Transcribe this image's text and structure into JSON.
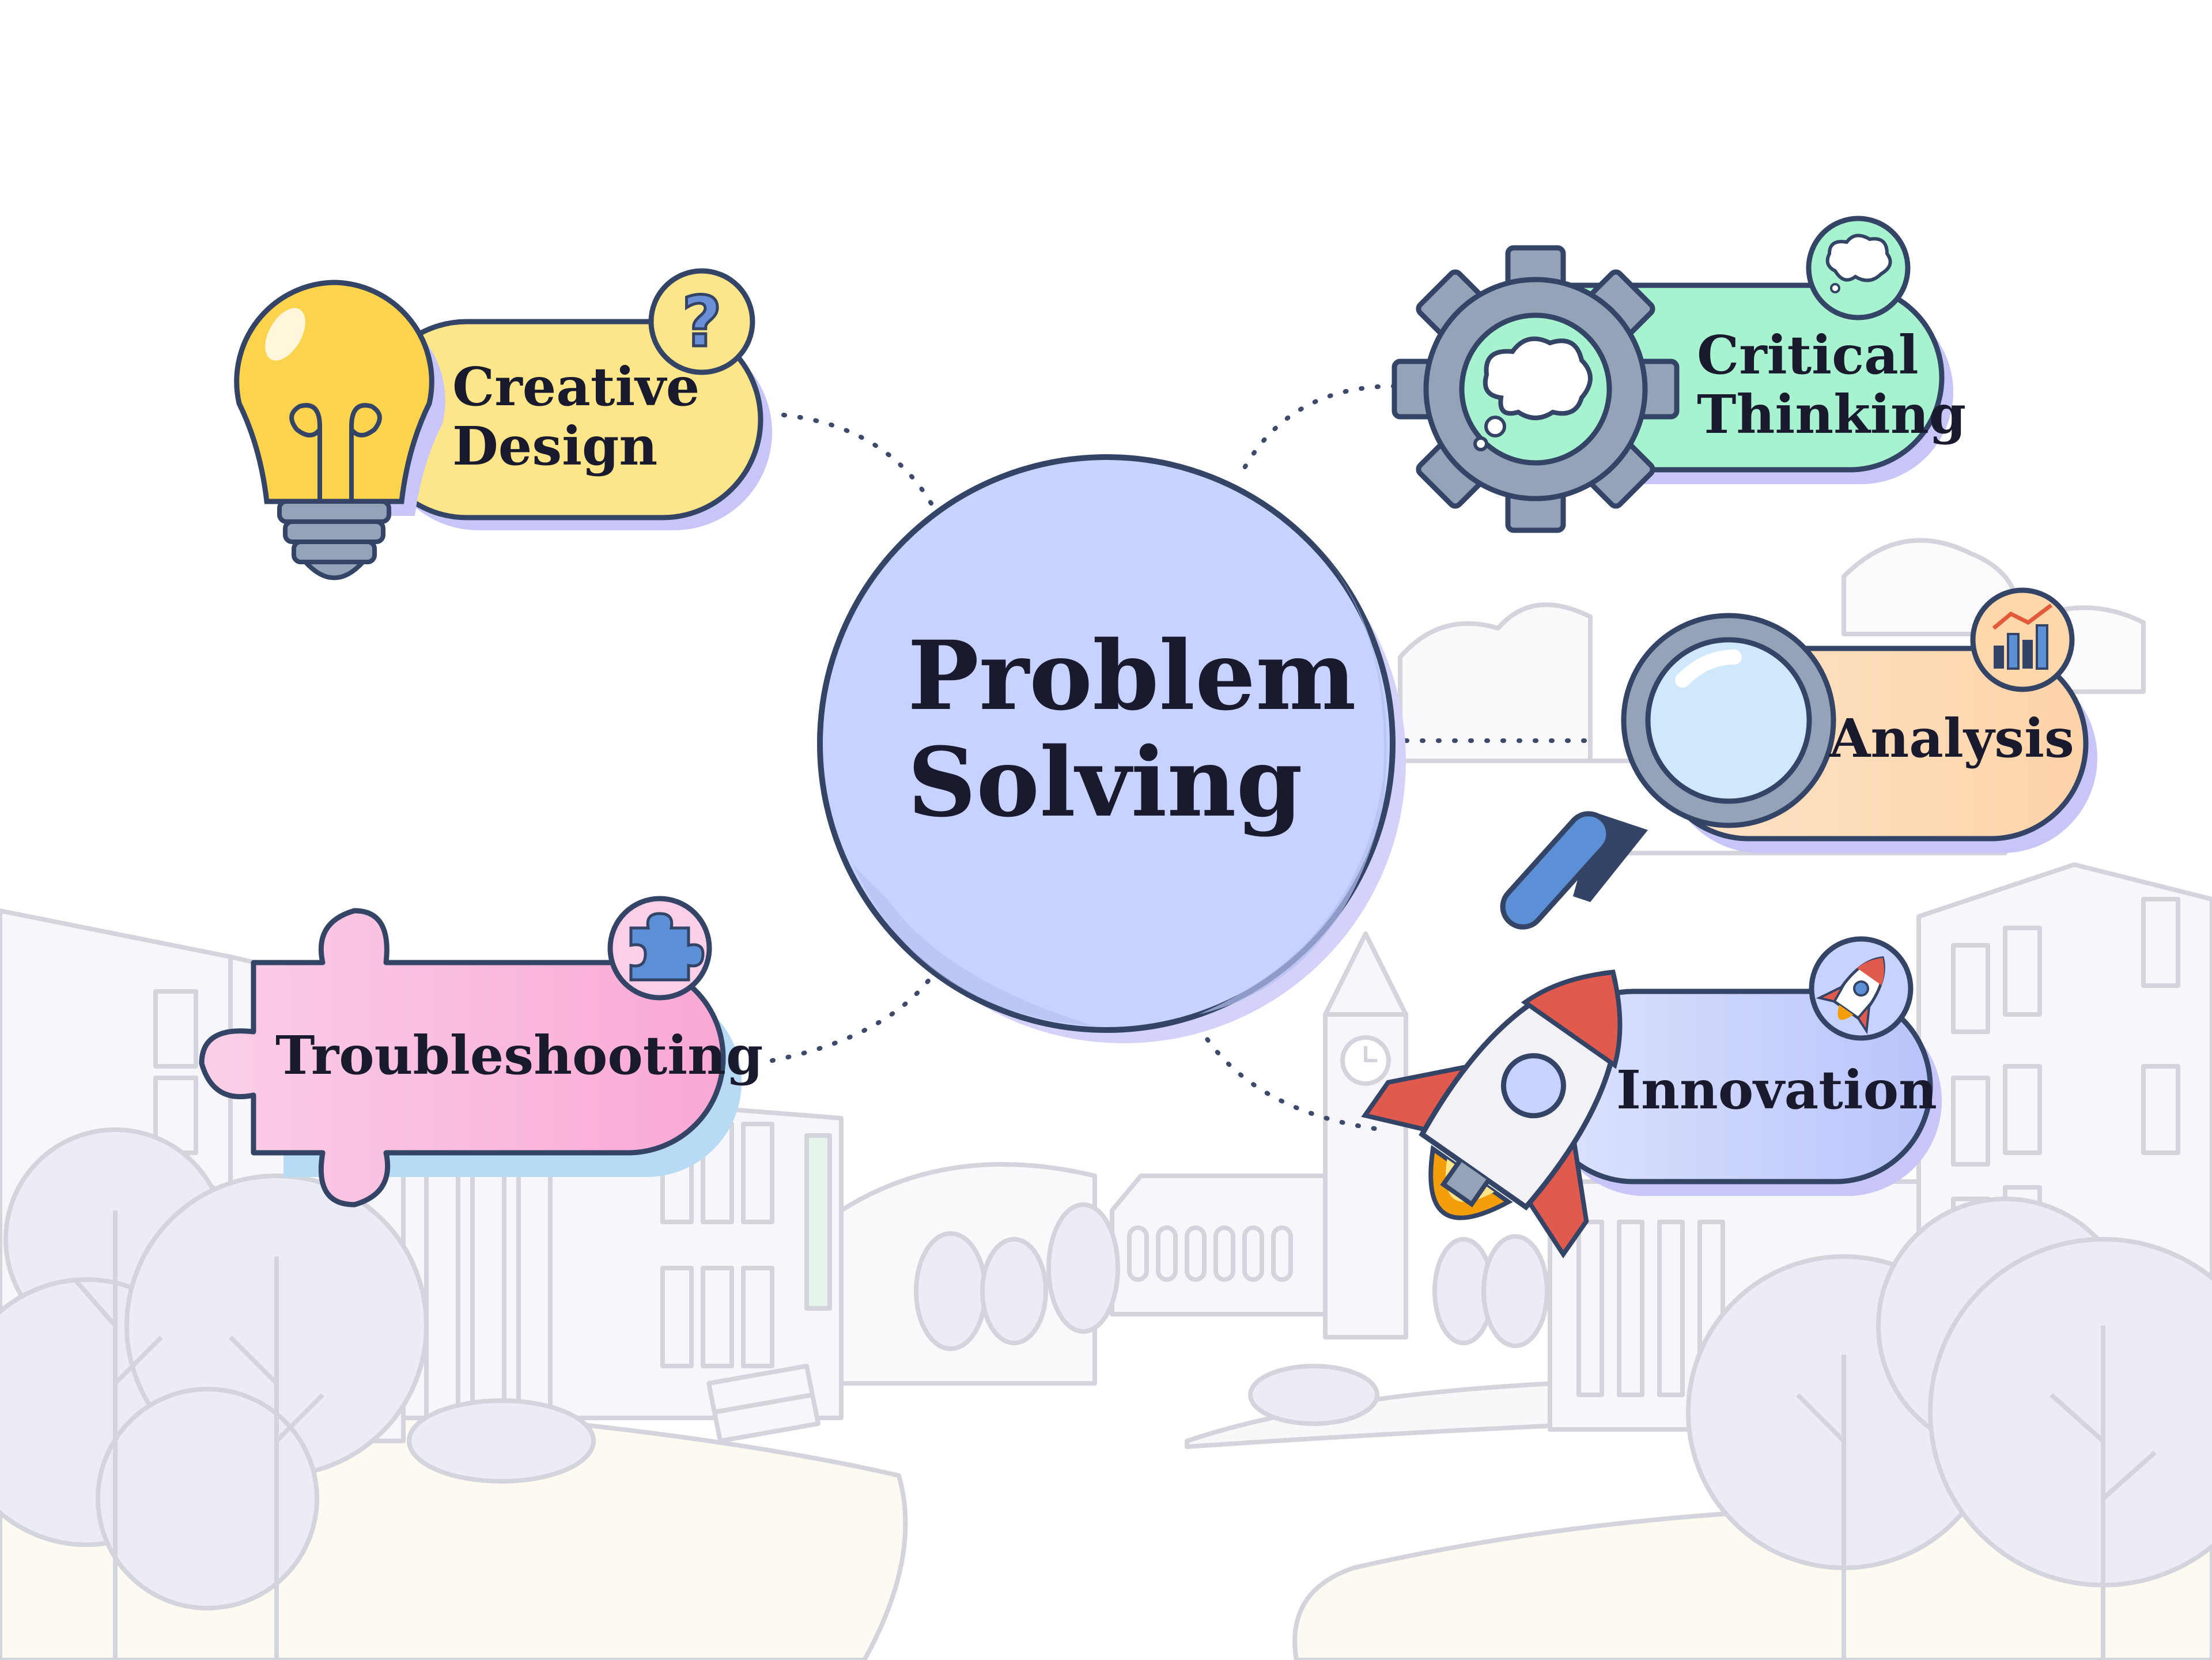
{
  "center": {
    "line1": "Problem",
    "line2": "Solving"
  },
  "nodes": {
    "creative_design": {
      "line1": "Creative",
      "line2": "Design",
      "icon": "lightbulb-icon",
      "badge_icon": "question-mark-icon",
      "color": "#fde68a"
    },
    "critical_thinking": {
      "line1": "Critical",
      "line2": "Thinking",
      "icon": "gear-icon",
      "badge_icon": "thought-bubble-icon",
      "color": "#a7f3d0"
    },
    "analysis": {
      "label": "Analysis",
      "icon": "magnifying-glass-icon",
      "badge_icon": "bar-chart-icon",
      "color": "#fed7aa"
    },
    "troubleshooting": {
      "label": "Troubleshooting",
      "icon": "puzzle-piece-icon",
      "badge_icon": "puzzle-icon",
      "color": "#f9a8d4"
    },
    "innovation": {
      "label": "Innovation",
      "icon": "rocket-icon",
      "badge_icon": "rocket-badge-icon",
      "color": "#c7d2fe"
    }
  },
  "colors": {
    "center_fill": "#c7d2fe",
    "outline": "#334466",
    "background_lines": "#d4d4dc"
  }
}
